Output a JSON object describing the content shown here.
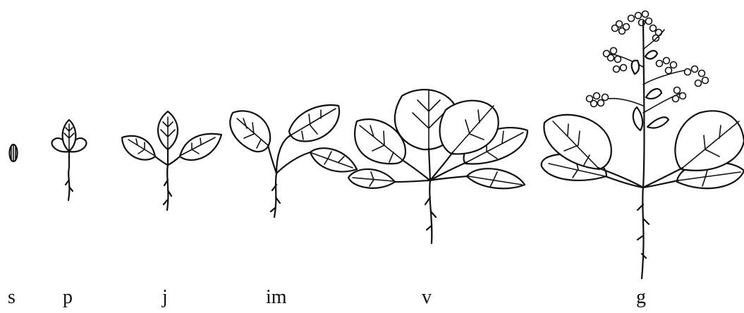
{
  "stages": [
    {
      "code": "s"
    },
    {
      "code": "p"
    },
    {
      "code": "j"
    },
    {
      "code": "im"
    },
    {
      "code": "v"
    },
    {
      "code": "g"
    }
  ],
  "colors": {
    "ink": "#111111",
    "background": "#ffffff"
  }
}
